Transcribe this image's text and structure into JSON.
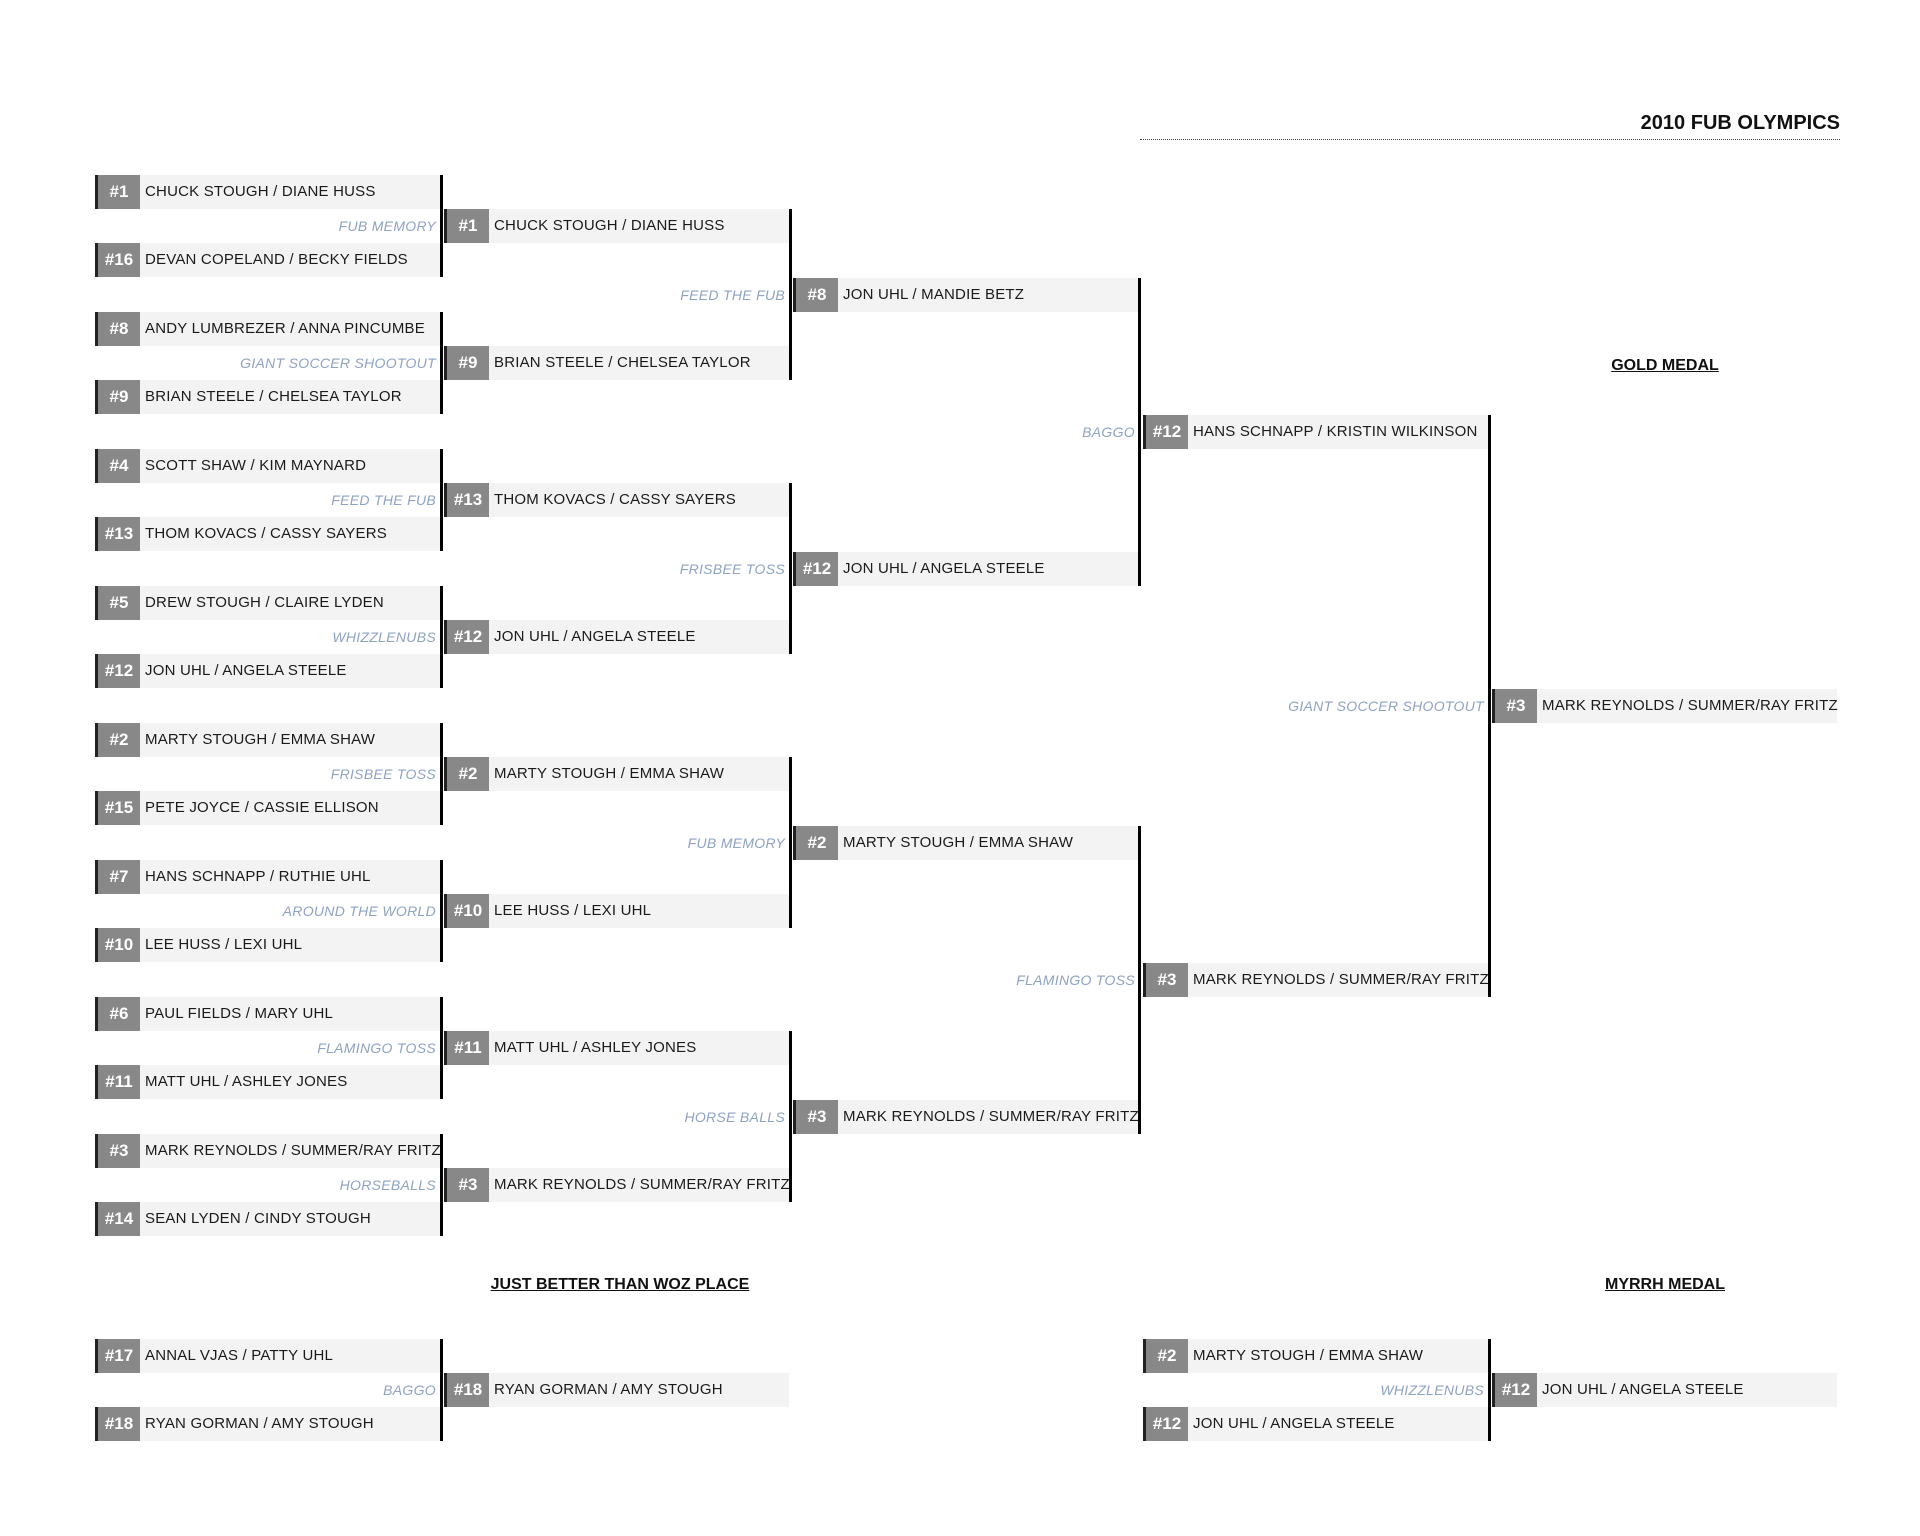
{
  "title": "2010 FUB OLYMPICS",
  "colors": {
    "seed_bg": "#888888",
    "slot_bg": "#f3f3f3",
    "game_label": "#8ea2c2",
    "connector": "#000000"
  },
  "section_labels": {
    "gold": "GOLD MEDAL",
    "woz": "JUST BETTER THAN WOZ PLACE",
    "myrrh": "MYRRH MEDAL"
  },
  "round1": [
    {
      "seed": "#1",
      "team": "CHUCK STOUGH / DIANE HUSS"
    },
    {
      "seed": "#16",
      "team": "DEVAN COPELAND / BECKY FIELDS"
    },
    {
      "seed": "#8",
      "team": "ANDY LUMBREZER / ANNA PINCUMBE"
    },
    {
      "seed": "#9",
      "team": "BRIAN STEELE / CHELSEA TAYLOR"
    },
    {
      "seed": "#4",
      "team": "SCOTT SHAW / KIM MAYNARD"
    },
    {
      "seed": "#13",
      "team": "THOM KOVACS / CASSY SAYERS"
    },
    {
      "seed": "#5",
      "team": "DREW STOUGH / CLAIRE LYDEN"
    },
    {
      "seed": "#12",
      "team": "JON UHL / ANGELA STEELE"
    },
    {
      "seed": "#2",
      "team": "MARTY STOUGH / EMMA SHAW"
    },
    {
      "seed": "#15",
      "team": "PETE JOYCE / CASSIE ELLISON"
    },
    {
      "seed": "#7",
      "team": "HANS SCHNAPP / RUTHIE UHL"
    },
    {
      "seed": "#10",
      "team": "LEE HUSS / LEXI UHL"
    },
    {
      "seed": "#6",
      "team": "PAUL FIELDS / MARY UHL"
    },
    {
      "seed": "#11",
      "team": "MATT UHL / ASHLEY JONES"
    },
    {
      "seed": "#3",
      "team": "MARK REYNOLDS / SUMMER/RAY FRITZ"
    },
    {
      "seed": "#14",
      "team": "SEAN LYDEN / CINDY STOUGH"
    }
  ],
  "round2": [
    {
      "game": "FUB MEMORY",
      "seed": "#1",
      "team": "CHUCK STOUGH / DIANE HUSS"
    },
    {
      "game": "GIANT SOCCER SHOOTOUT",
      "seed": "#9",
      "team": "BRIAN STEELE / CHELSEA TAYLOR"
    },
    {
      "game": "FEED THE FUB",
      "seed": "#13",
      "team": "THOM KOVACS / CASSY SAYERS"
    },
    {
      "game": "WHIZZLENUBS",
      "seed": "#12",
      "team": "JON UHL / ANGELA STEELE"
    },
    {
      "game": "FRISBEE TOSS",
      "seed": "#2",
      "team": "MARTY STOUGH / EMMA SHAW"
    },
    {
      "game": "AROUND THE WORLD",
      "seed": "#10",
      "team": "LEE HUSS / LEXI UHL"
    },
    {
      "game": "FLAMINGO TOSS",
      "seed": "#11",
      "team": "MATT UHL / ASHLEY JONES"
    },
    {
      "game": "HORSEBALLS",
      "seed": "#3",
      "team": "MARK REYNOLDS / SUMMER/RAY FRITZ"
    }
  ],
  "round3": [
    {
      "game": "FEED THE FUB",
      "seed": "#8",
      "team": "JON UHL / MANDIE BETZ"
    },
    {
      "game": "FRISBEE TOSS",
      "seed": "#12",
      "team": "JON UHL / ANGELA STEELE"
    },
    {
      "game": "FUB MEMORY",
      "seed": "#2",
      "team": "MARTY STOUGH / EMMA SHAW"
    },
    {
      "game": "HORSE BALLS",
      "seed": "#3",
      "team": "MARK REYNOLDS / SUMMER/RAY FRITZ"
    }
  ],
  "round4": [
    {
      "game": "BAGGO",
      "seed": "#12",
      "team": "HANS SCHNAPP / KRISTIN WILKINSON"
    },
    {
      "game": "FLAMINGO TOSS",
      "seed": "#3",
      "team": "MARK REYNOLDS / SUMMER/RAY FRITZ"
    }
  ],
  "final": {
    "game": "GIANT SOCCER SHOOTOUT",
    "seed": "#3",
    "team": "MARK REYNOLDS / SUMMER/RAY FRITZ"
  },
  "woz": {
    "entrants": [
      {
        "seed": "#17",
        "team": "ANNAL VJAS / PATTY UHL"
      },
      {
        "seed": "#18",
        "team": "RYAN GORMAN / AMY STOUGH"
      }
    ],
    "result": {
      "game": "BAGGO",
      "seed": "#18",
      "team": "RYAN GORMAN / AMY STOUGH"
    }
  },
  "myrrh": {
    "entrants": [
      {
        "seed": "#2",
        "team": "MARTY STOUGH / EMMA SHAW"
      },
      {
        "seed": "#12",
        "team": "JON UHL / ANGELA STEELE"
      }
    ],
    "result": {
      "game": "WHIZZLENUBS",
      "seed": "#12",
      "team": "JON UHL / ANGELA STEELE"
    }
  }
}
